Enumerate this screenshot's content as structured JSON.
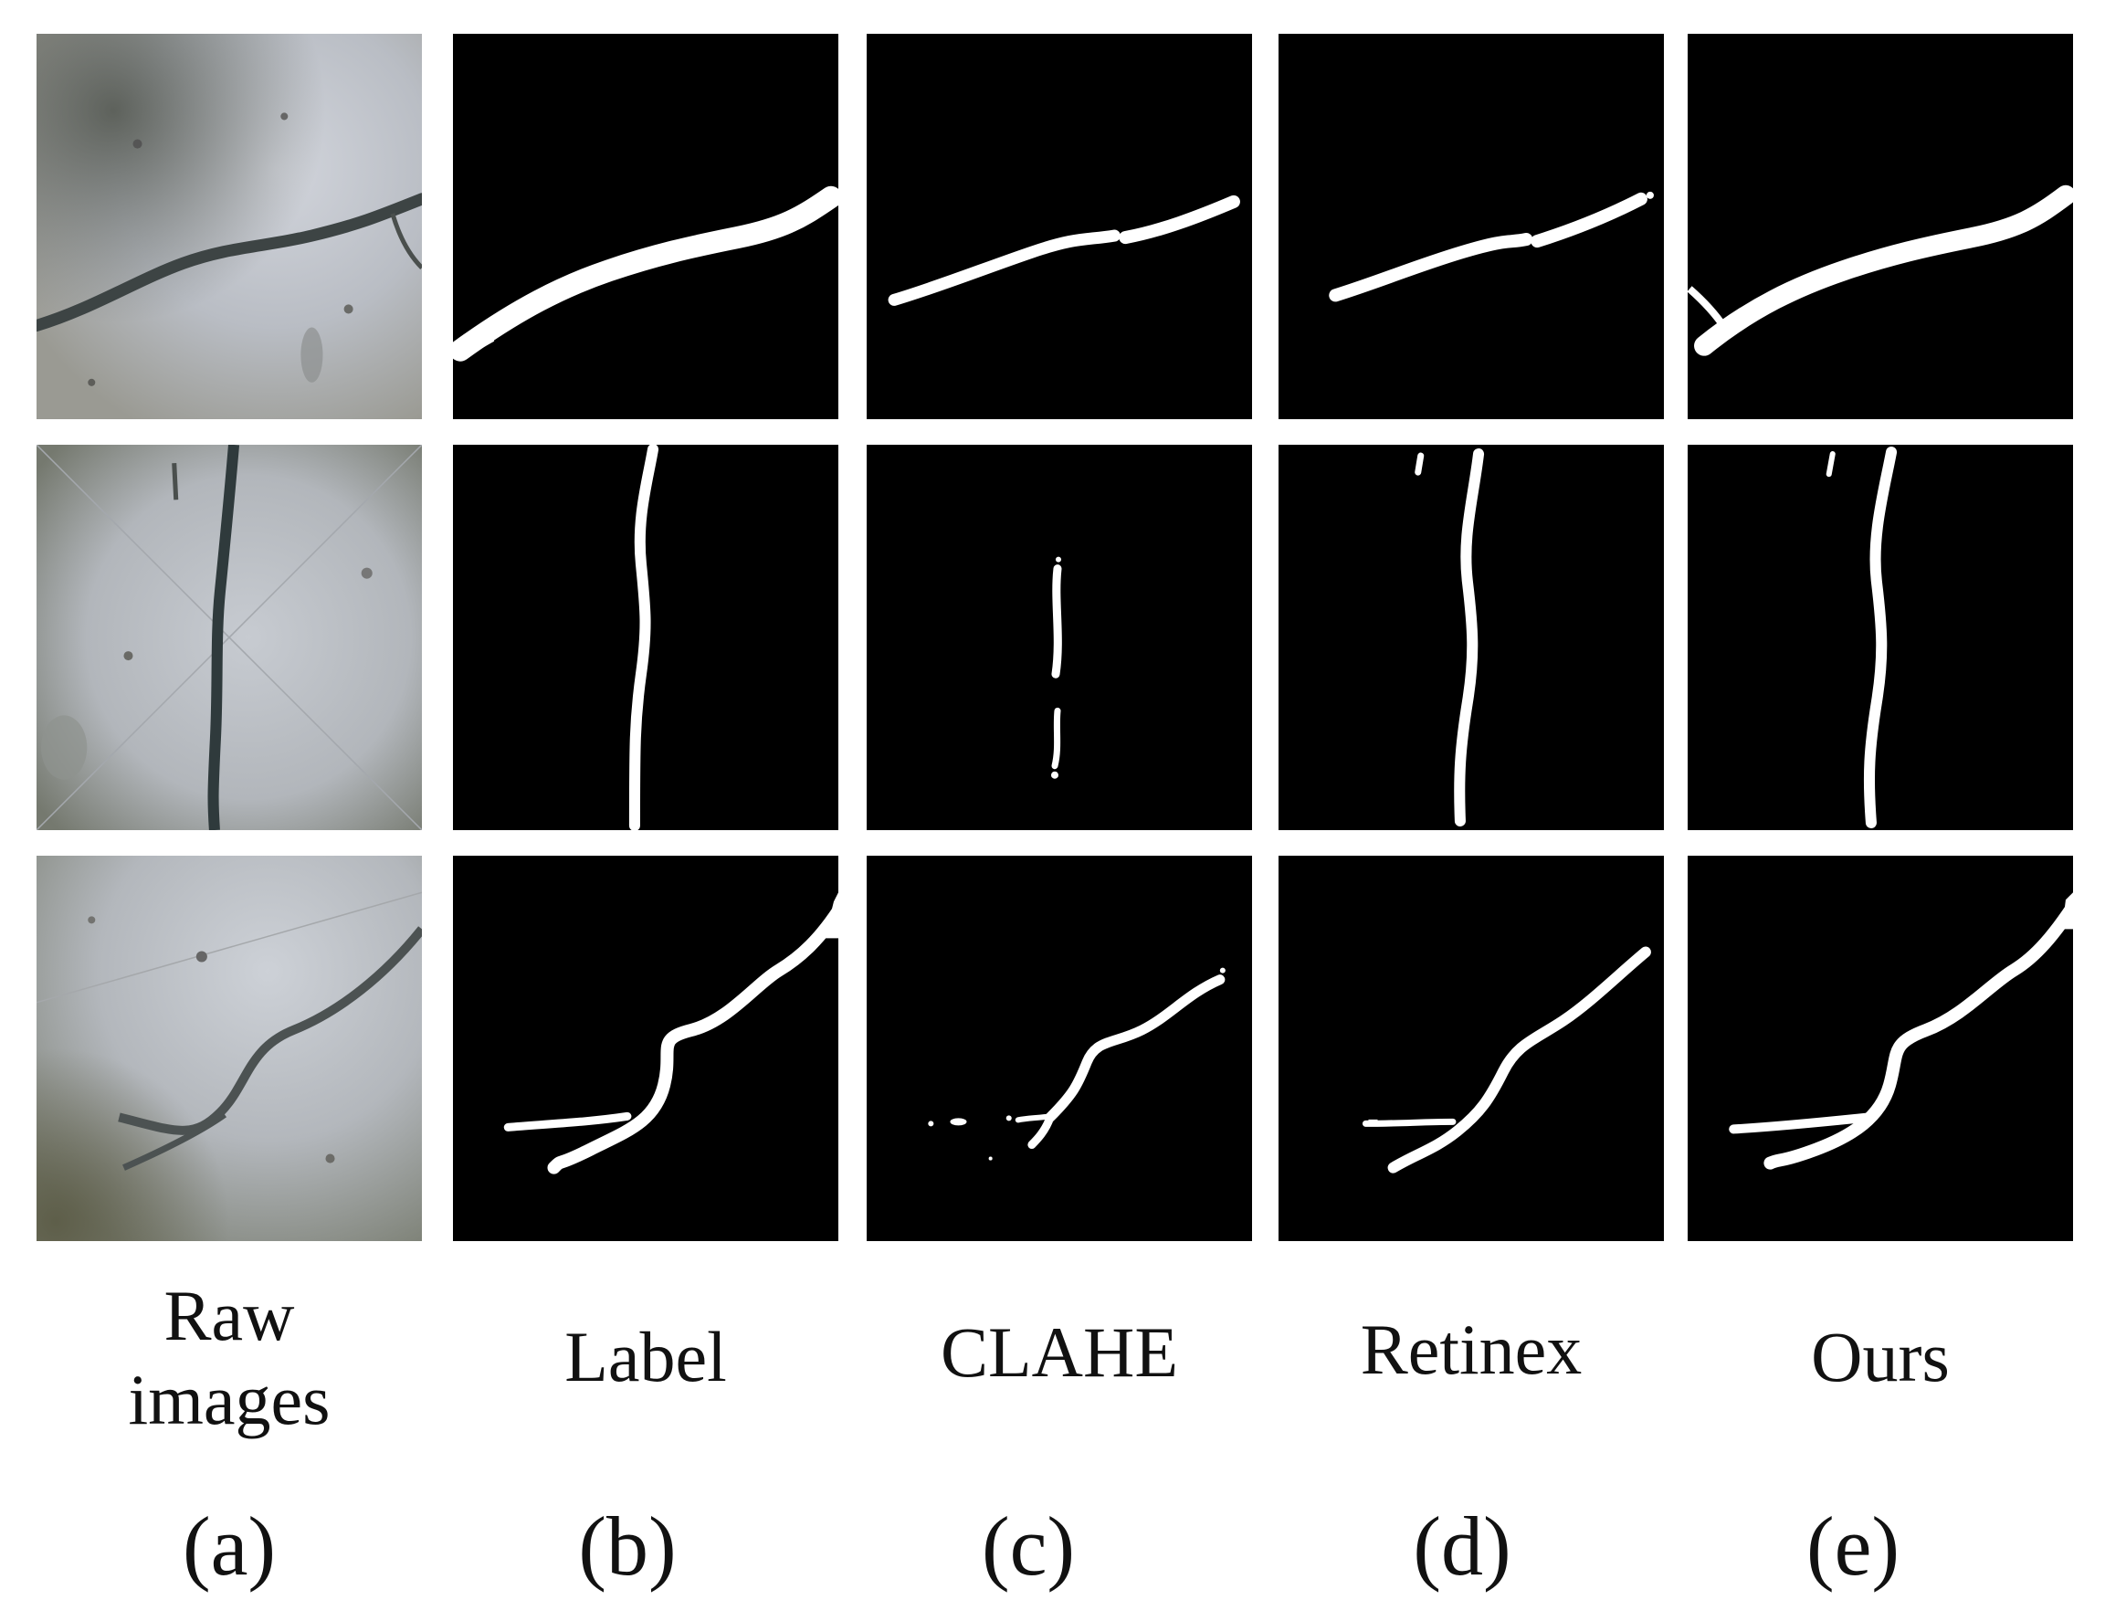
{
  "figure": {
    "columns": [
      {
        "id": "a",
        "caption_line1": "Raw",
        "caption_line2": "images",
        "letter": "(a)",
        "kind": "photo"
      },
      {
        "id": "b",
        "caption": "Label",
        "letter": "(b)",
        "kind": "mask"
      },
      {
        "id": "c",
        "caption": "CLAHE",
        "letter": "(c)",
        "kind": "mask"
      },
      {
        "id": "d",
        "caption": "Retinex",
        "letter": "(d)",
        "kind": "mask"
      },
      {
        "id": "e",
        "caption": "Ours",
        "letter": "(e)",
        "kind": "mask"
      }
    ],
    "rows": 3,
    "colors": {
      "background": "#ffffff",
      "mask_background": "#000000",
      "mask_crack": "#ffffff",
      "concrete_light": "#c9cdd3",
      "concrete_dark": "#5d6158",
      "crack_dark": "#3d4444"
    }
  }
}
